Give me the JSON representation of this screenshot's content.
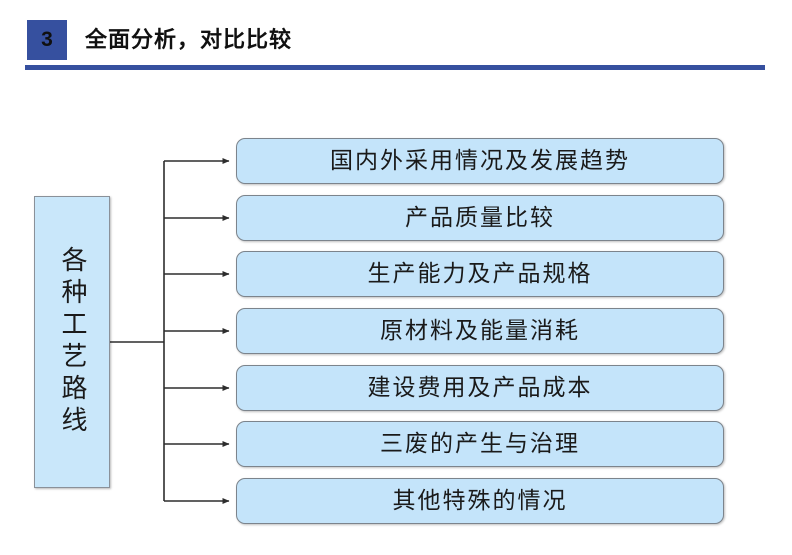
{
  "header": {
    "step_number": "3",
    "title": "全面分析，对比比较",
    "accent_color": "#36509f"
  },
  "diagram": {
    "type": "tree",
    "root": {
      "label": "各种工艺路线",
      "orientation": "vertical",
      "fill_color": "#c9e7fa",
      "border_color": "#8a9199"
    },
    "branch_fill_color": "#c4e4fa",
    "branch_border_color": "#7c848c",
    "connector_color": "#2d2d2d",
    "branches": [
      {
        "label": "国内外采用情况及发展趋势"
      },
      {
        "label": "产品质量比较"
      },
      {
        "label": "生产能力及产品规格"
      },
      {
        "label": "原材料及能量消耗"
      },
      {
        "label": "建设费用及产品成本"
      },
      {
        "label": "三废的产生与治理"
      },
      {
        "label": "其他特殊的情况"
      }
    ]
  }
}
